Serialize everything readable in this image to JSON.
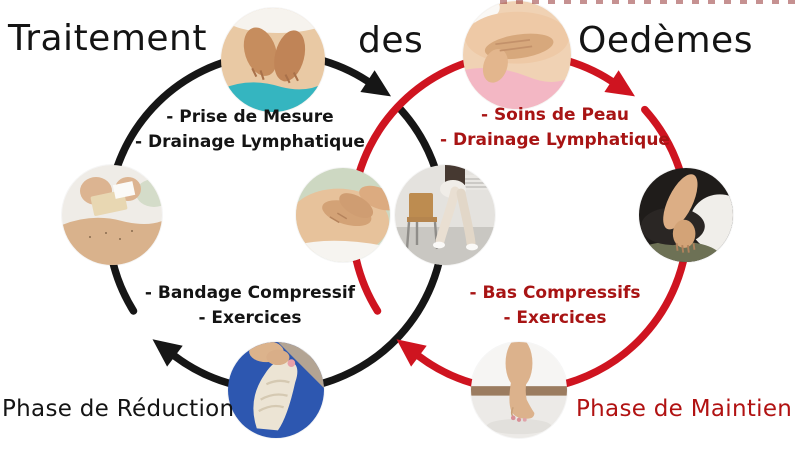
{
  "title": {
    "words": [
      "Traitement",
      "des",
      "Oedèmes"
    ]
  },
  "left_cycle": {
    "phase_label": "Phase de Réduction",
    "top_items": [
      "- Prise de Mesure",
      "- Drainage Lymphatique"
    ],
    "bottom_items": [
      "- Bandage Compressif",
      "- Exercices"
    ]
  },
  "right_cycle": {
    "phase_label": "Phase de Maintien",
    "top_items": [
      "- Soins de Peau",
      "- Drainage Lymphatique"
    ],
    "bottom_items": [
      "- Bas Compressifs",
      "- Exercices"
    ]
  },
  "colors": {
    "title_black": "#141414",
    "cycle_black": "#161616",
    "cycle_red": "#cf1420",
    "text_red": "#a81414",
    "phase_red": "#b11212"
  },
  "photos": [
    {
      "id": "measurement-massage-back",
      "description": "hands massaging patient's back over a teal cloth"
    },
    {
      "id": "leg-massage-pink",
      "description": "hands massaging a leg on a pink towel"
    },
    {
      "id": "taping-arm",
      "description": "hands applying an adhesive tape patch to an arm"
    },
    {
      "id": "abdomen-massage",
      "description": "hands performing drainage massage on abdomen"
    },
    {
      "id": "stocking-donning-chair",
      "description": "person putting on compression stockings beside a wooden chair"
    },
    {
      "id": "arm-resting-dark",
      "description": "arm resting on a leg in dark clothing"
    },
    {
      "id": "foot-bandaging-blue",
      "description": "foot being wrapped with a compressive bandage on a blue mat"
    },
    {
      "id": "compression-stocking-foot",
      "description": "foot wearing an open-toe compression stocking"
    }
  ]
}
